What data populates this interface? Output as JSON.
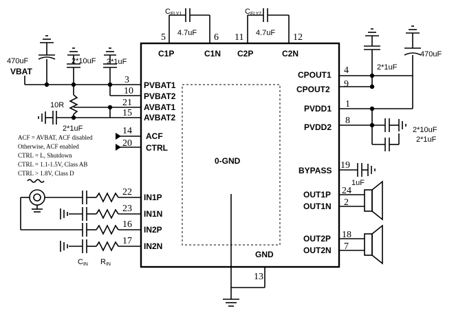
{
  "diagram": {
    "chip": {
      "center_label": "0-GND",
      "gnd_label": "GND"
    },
    "top_pins": [
      {
        "label": "C1P",
        "num": "5"
      },
      {
        "label": "C1N",
        "num": "6"
      },
      {
        "label": "C2P",
        "num": "11"
      },
      {
        "label": "C2N",
        "num": "12"
      }
    ],
    "left_pins": [
      {
        "label": "PVBAT1",
        "num": "3"
      },
      {
        "label": "PVBAT2",
        "num": "10"
      },
      {
        "label": "AVBAT1",
        "num": "21"
      },
      {
        "label": "AVBAT2",
        "num": "15"
      },
      {
        "label": "ACF",
        "num": "14"
      },
      {
        "label": "CTRL",
        "num": "20"
      },
      {
        "label": "IN1P",
        "num": "22"
      },
      {
        "label": "IN1N",
        "num": "23"
      },
      {
        "label": "IN2P",
        "num": "16"
      },
      {
        "label": "IN2N",
        "num": "17"
      }
    ],
    "right_pins": [
      {
        "label": "CPOUT1",
        "num": "4"
      },
      {
        "label": "CPOUT2",
        "num": "9"
      },
      {
        "label": "PVDD1",
        "num": "1"
      },
      {
        "label": "PVDD2",
        "num": "8"
      },
      {
        "label": "BYPASS",
        "num": "19"
      },
      {
        "label": "OUT1P",
        "num": "24"
      },
      {
        "label": "OUT1N",
        "num": "2"
      },
      {
        "label": "OUT2P",
        "num": "18"
      },
      {
        "label": "OUT2N",
        "num": "7"
      }
    ],
    "bottom_pin": {
      "num": "13"
    },
    "components": {
      "cfly1_base": "C",
      "cfly1_sub": "FLY1",
      "cfly1_value": "4.7uF",
      "cfly2_base": "C",
      "cfly2_sub": "FLY2",
      "cfly2_value": "4.7uF",
      "vbat_cap": "470uF",
      "vbat_label": "VBAT",
      "cap_2x10": "2*10uF",
      "cap_2x1": "2*1uF",
      "resistor_10r": "10R",
      "avbat_cap": "2*1uF",
      "cpout_cap": "2*1uF",
      "cpout_cap_470": "470uF",
      "pvdd_cap_a": "2*10uF",
      "pvdd_cap_b": "2*1uF",
      "bypass_cap": "1uF",
      "cin_base": "C",
      "cin_sub": "IN",
      "rin_base": "R",
      "rin_sub": "IN"
    },
    "notes": [
      "ACF = AVBAT, ACF disabled",
      "Otherwise, ACF enabled",
      "CTRL = L, Shutdown",
      "CTRL = 1.1-1.5V, Class AB",
      "CTRL > 1.8V, Class D"
    ]
  }
}
